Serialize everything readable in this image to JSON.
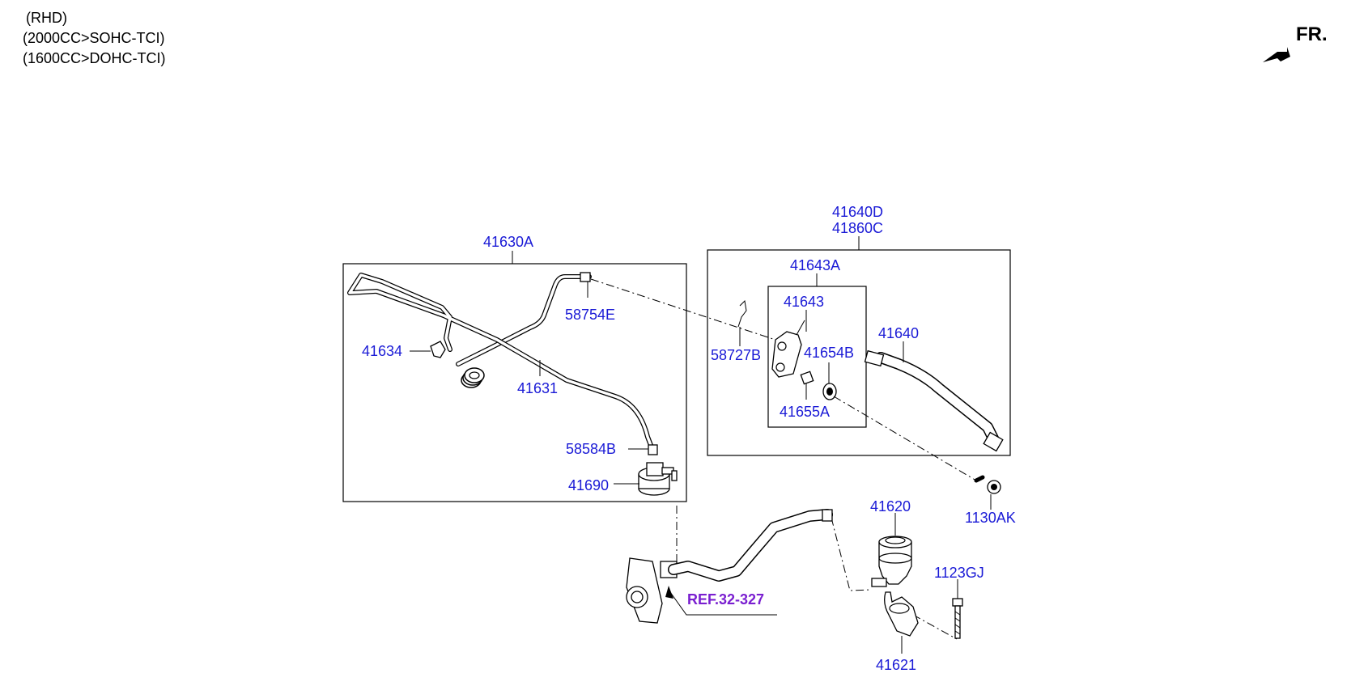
{
  "notes": [
    "(RHD)",
    "(2000CC>SOHC-TCI)",
    "(1600CC>DOHC-TCI)"
  ],
  "direction": {
    "label": "FR.",
    "icon": "front-direction-arrow-icon"
  },
  "parts": {
    "p41630A": "41630A",
    "p41631": "41631",
    "p41634": "41634",
    "p58754E": "58754E",
    "p58584B": "58584B",
    "p41690": "41690",
    "p41640D": "41640D",
    "p41860C": "41860C",
    "p41643A": "41643A",
    "p41643": "41643",
    "p58727B": "58727B",
    "p41654B": "41654B",
    "p41655A": "41655A",
    "p41640": "41640",
    "p1130AK": "1130AK",
    "p41620": "41620",
    "p1123GJ": "1123GJ",
    "p41621": "41621"
  },
  "reference": "REF.32-327",
  "colors": {
    "part_label": "#1a1ad6",
    "reference_label": "#7a1fd0",
    "line": "#000000"
  }
}
